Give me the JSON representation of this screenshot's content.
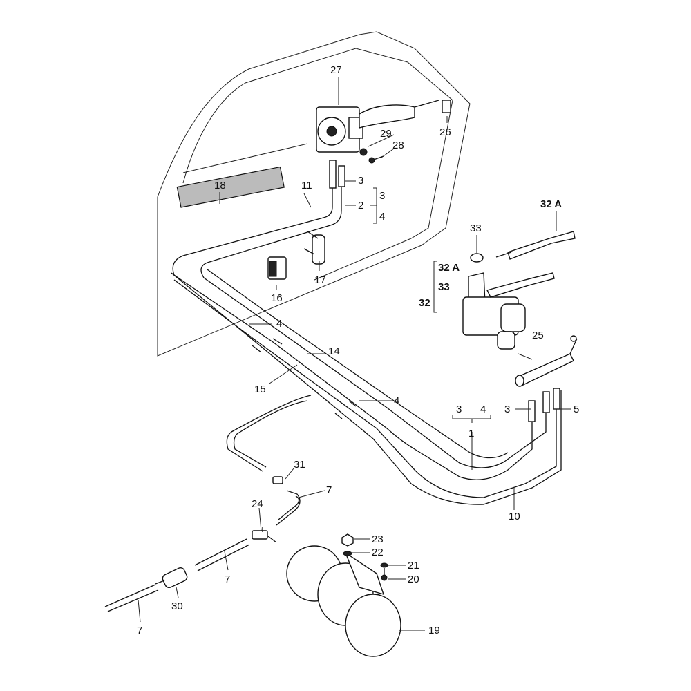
{
  "labels": {
    "p1": "1",
    "p2": "2",
    "p3a": "3",
    "p3b": "3",
    "p3c": "3",
    "p3d": "3",
    "p4a": "4",
    "p4b": "4",
    "p4c": "4",
    "p4d": "4",
    "p5": "5",
    "p7a": "7",
    "p7b": "7",
    "p7c": "7",
    "p10": "10",
    "p11": "11",
    "p14": "14",
    "p15": "15",
    "p16": "16",
    "p17": "17",
    "p18": "18",
    "p19": "19",
    "p20": "20",
    "p21": "21",
    "p22": "22",
    "p23": "23",
    "p24": "24",
    "p25": "25",
    "p26": "26",
    "p27": "27",
    "p28": "28",
    "p29": "29",
    "p30": "30",
    "p31": "31",
    "p32": "32",
    "p33a": "33",
    "p33b": "33",
    "p32a_top": "32 A",
    "p32a_left": "32 A"
  }
}
